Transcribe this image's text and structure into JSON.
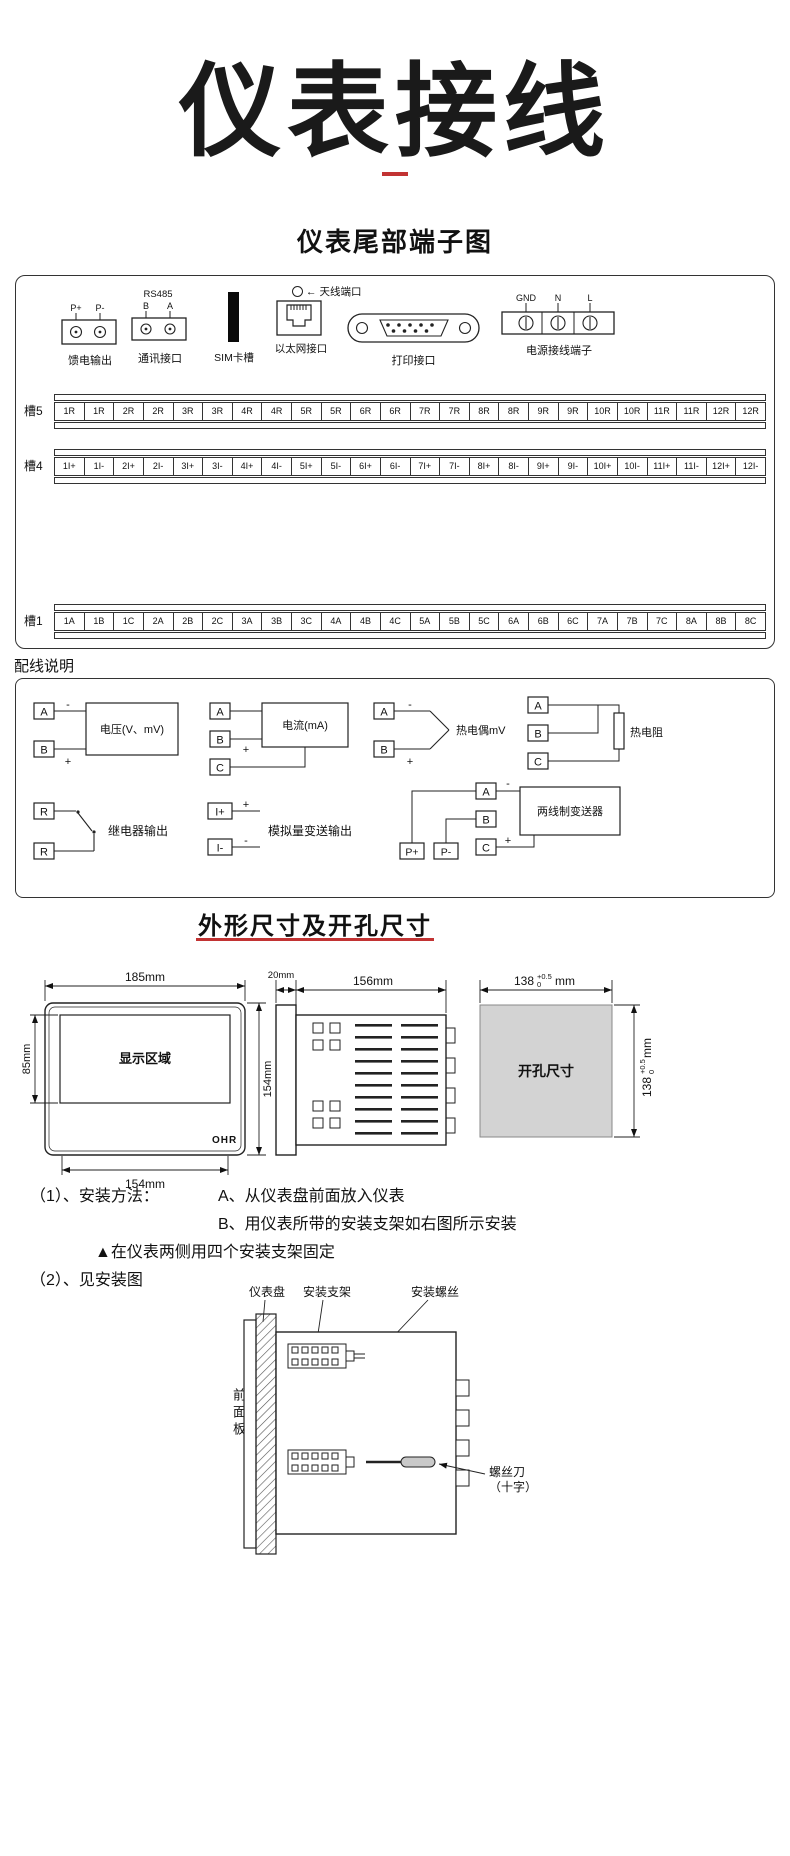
{
  "page": {
    "title": "仪表接线",
    "terminal_section_title": "仪表尾部端子图",
    "wiring_note_label": "配线说明",
    "dims_section_title": "外形尺寸及开孔尺寸"
  },
  "connectors": {
    "feed": {
      "pins": [
        "P+",
        "P-"
      ],
      "label": "馈电输出"
    },
    "comm": {
      "bus": "RS485",
      "pins": [
        "B",
        "A"
      ],
      "label": "通讯接口"
    },
    "sim": {
      "label": "SIM卡槽"
    },
    "ethernet": {
      "antenna_arrow": "←",
      "antenna_label": "天线端口",
      "label": "以太网接口"
    },
    "printer": {
      "label": "打印接口"
    },
    "power": {
      "pins": [
        "GND",
        "N",
        "L"
      ],
      "label": "电源接线端子"
    }
  },
  "terminal_block": {
    "slot5": {
      "label": "槽5",
      "cells": [
        "1R",
        "1R",
        "2R",
        "2R",
        "3R",
        "3R",
        "4R",
        "4R",
        "5R",
        "5R",
        "6R",
        "6R",
        "7R",
        "7R",
        "8R",
        "8R",
        "9R",
        "9R",
        "10R",
        "10R",
        "11R",
        "11R",
        "12R",
        "12R"
      ]
    },
    "slot4": {
      "label": "槽4",
      "cells": [
        "1I+",
        "1I-",
        "2I+",
        "2I-",
        "3I+",
        "3I-",
        "4I+",
        "4I-",
        "5I+",
        "5I-",
        "6I+",
        "6I-",
        "7I+",
        "7I-",
        "8I+",
        "8I-",
        "9I+",
        "9I-",
        "10I+",
        "10I-",
        "11I+",
        "11I-",
        "12I+",
        "12I-"
      ]
    },
    "slot1": {
      "label": "槽1",
      "cells": [
        "1A",
        "1B",
        "1C",
        "2A",
        "2B",
        "2C",
        "3A",
        "3B",
        "3C",
        "4A",
        "4B",
        "4C",
        "5A",
        "5B",
        "5C",
        "6A",
        "6B",
        "6C",
        "7A",
        "7B",
        "7C",
        "8A",
        "8B",
        "8C"
      ]
    }
  },
  "wiring": {
    "voltage": {
      "t1": "A",
      "t2": "B",
      "minus": "-",
      "plus": "+",
      "box": "电压(V、mV)"
    },
    "current": {
      "t1": "A",
      "t2": "B",
      "t3": "C",
      "plus": "+",
      "box": "电流(mA)"
    },
    "thermocouple": {
      "t1": "A",
      "t2": "B",
      "minus": "-",
      "plus": "+",
      "label": "热电偶mV"
    },
    "rtd": {
      "t1": "A",
      "t2": "B",
      "t3": "C",
      "label": "热电阻"
    },
    "relay": {
      "t1": "R",
      "t2": "R",
      "label": "继电器输出"
    },
    "analog": {
      "t1": "I+",
      "t2": "I-",
      "plus": "+",
      "minus": "-",
      "label": "模拟量变送输出"
    },
    "transmitter": {
      "p1": "P+",
      "p2": "P-",
      "t1": "A",
      "t2": "B",
      "t3": "C",
      "minus": "-",
      "plus": "+",
      "box": "两线制变送器"
    }
  },
  "dims": {
    "front": {
      "top": "185mm",
      "display_h": "85mm",
      "cutout": "154mm",
      "height": "154mm",
      "display": "显示区域",
      "brand": "OHR"
    },
    "side": {
      "bezel": "20mm",
      "depth": "156mm"
    },
    "hole": {
      "label": "开孔尺寸",
      "main": "138",
      "sup": "+0.5",
      "sub": "0",
      "unit": "mm"
    }
  },
  "install": {
    "l1a": "（1）、安装方法：",
    "l1b": "A、从仪表盘前面放入仪表",
    "l2": "B、用仪表所带的安装支架如右图所示安装",
    "l3": "▲在仪表两侧用四个安装支架固定",
    "l4": "（2）、见安装图",
    "panel": "仪表盘",
    "bracket": "安装支架",
    "screw": "安装螺丝",
    "front_panel": "前面板",
    "driver_l1": "螺丝刀",
    "driver_l2": "（十字）"
  }
}
